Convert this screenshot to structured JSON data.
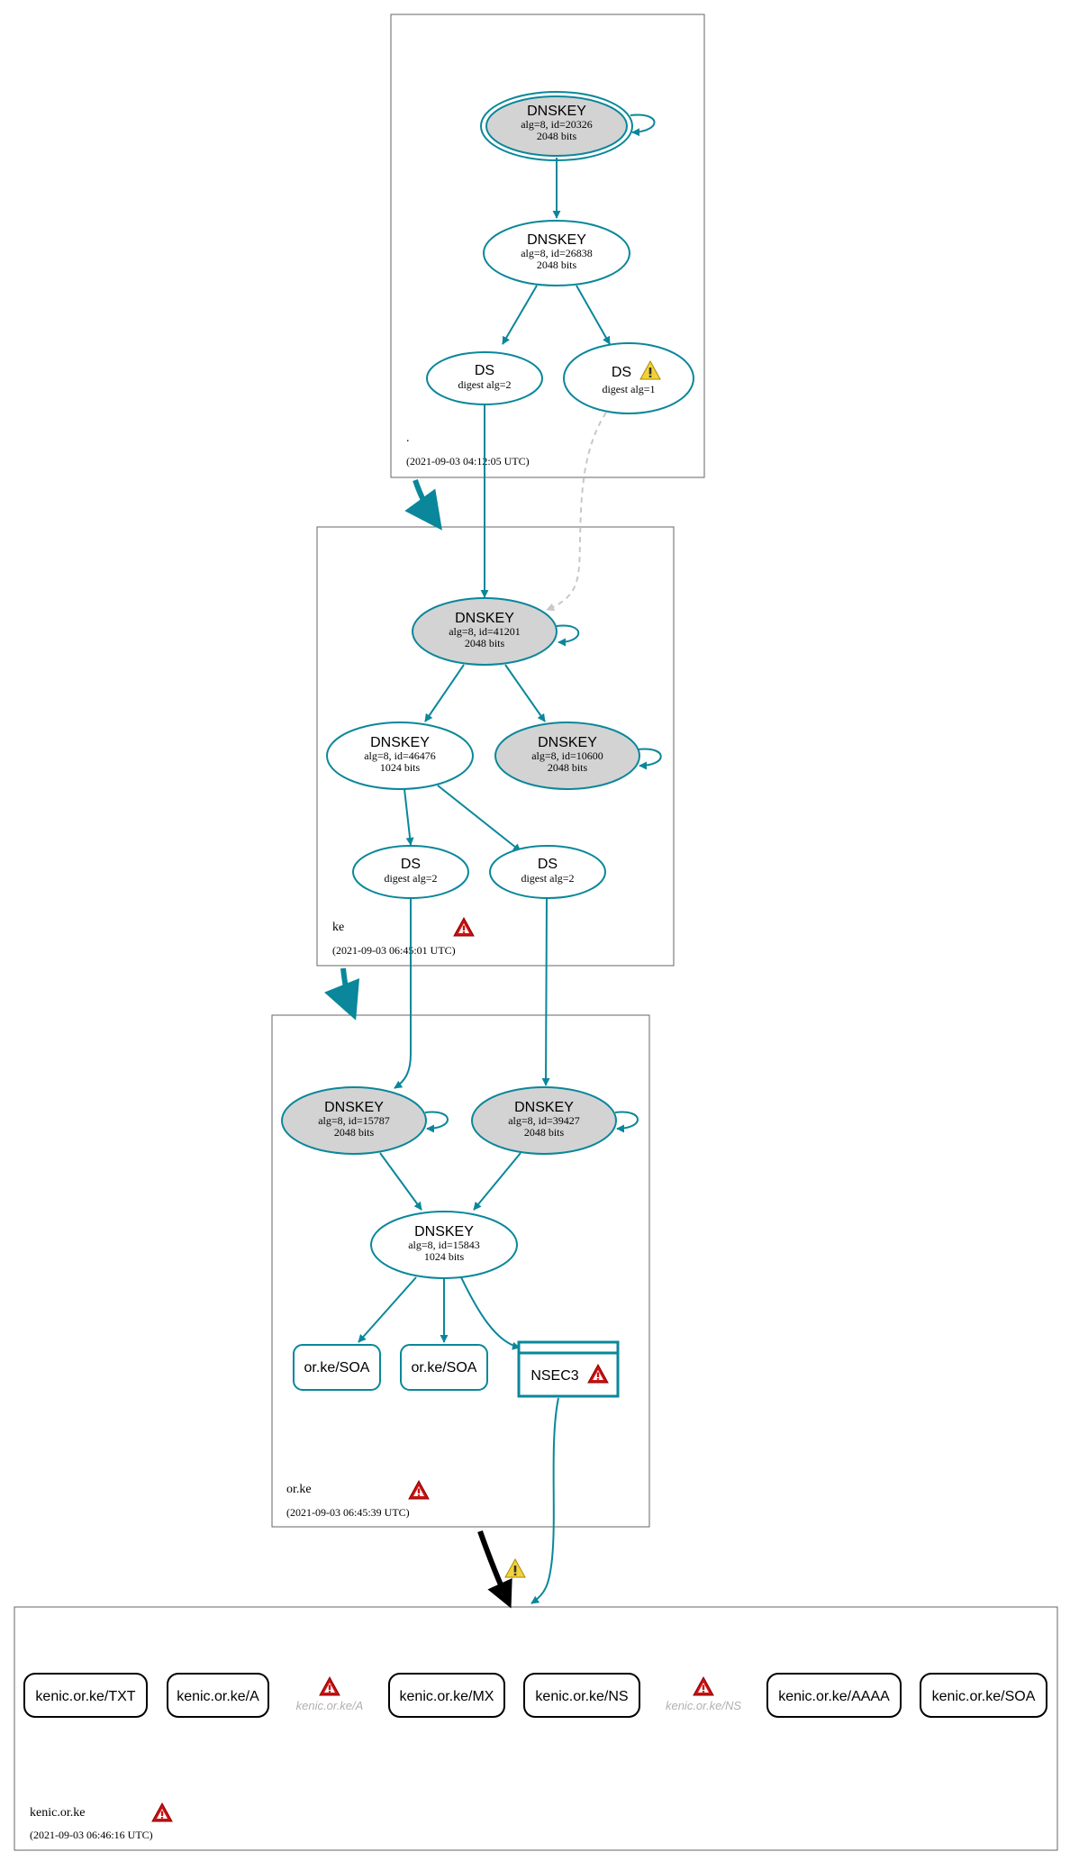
{
  "colors": {
    "teal": "#0a879a",
    "ksk_fill": "#d3d3d3",
    "zone_border": "#666666",
    "warn_red": "#cc1111",
    "warn_yellow": "#e8c21c",
    "ghost_text": "#b0b0b0",
    "black": "#000000"
  },
  "zones": {
    "root": {
      "name": ".",
      "timestamp": "(2021-09-03 04:12:05 UTC)"
    },
    "ke": {
      "name": "ke",
      "timestamp": "(2021-09-03 06:45:01 UTC)"
    },
    "orke": {
      "name": "or.ke",
      "timestamp": "(2021-09-03 06:45:39 UTC)"
    },
    "kenic": {
      "name": "kenic.or.ke",
      "timestamp": "(2021-09-03 06:46:16 UTC)"
    }
  },
  "nodes": {
    "root_ksk": {
      "title": "DNSKEY",
      "line1": "alg=8, id=20326",
      "line2": "2048 bits"
    },
    "root_zsk": {
      "title": "DNSKEY",
      "line1": "alg=8, id=26838",
      "line2": "2048 bits"
    },
    "root_ds2": {
      "title": "DS",
      "line1": "digest alg=2"
    },
    "root_ds1": {
      "title": "DS",
      "line1": "digest alg=1"
    },
    "ke_ksk": {
      "title": "DNSKEY",
      "line1": "alg=8, id=41201",
      "line2": "2048 bits"
    },
    "ke_zsk": {
      "title": "DNSKEY",
      "line1": "alg=8, id=46476",
      "line2": "1024 bits"
    },
    "ke_k2": {
      "title": "DNSKEY",
      "line1": "alg=8, id=10600",
      "line2": "2048 bits"
    },
    "ke_ds_a": {
      "title": "DS",
      "line1": "digest alg=2"
    },
    "ke_ds_b": {
      "title": "DS",
      "line1": "digest alg=2"
    },
    "or_ksk1": {
      "title": "DNSKEY",
      "line1": "alg=8, id=15787",
      "line2": "2048 bits"
    },
    "or_ksk2": {
      "title": "DNSKEY",
      "line1": "alg=8, id=39427",
      "line2": "2048 bits"
    },
    "or_zsk": {
      "title": "DNSKEY",
      "line1": "alg=8, id=15843",
      "line2": "1024 bits"
    },
    "or_soa1": {
      "label": "or.ke/SOA"
    },
    "or_soa2": {
      "label": "or.ke/SOA"
    },
    "or_nsec3": {
      "label": "NSEC3"
    }
  },
  "records": [
    {
      "label": "kenic.or.ke/TXT"
    },
    {
      "label": "kenic.or.ke/A"
    },
    {
      "label": "kenic.or.ke/MX"
    },
    {
      "label": "kenic.or.ke/NS"
    },
    {
      "label": "kenic.or.ke/AAAA"
    },
    {
      "label": "kenic.or.ke/SOA"
    }
  ],
  "ghost_records": [
    {
      "label": "kenic.or.ke/A"
    },
    {
      "label": "kenic.or.ke/NS"
    }
  ],
  "icons": {
    "warning_red": "warning-triangle-red",
    "warning_yellow": "warning-triangle-yellow"
  }
}
